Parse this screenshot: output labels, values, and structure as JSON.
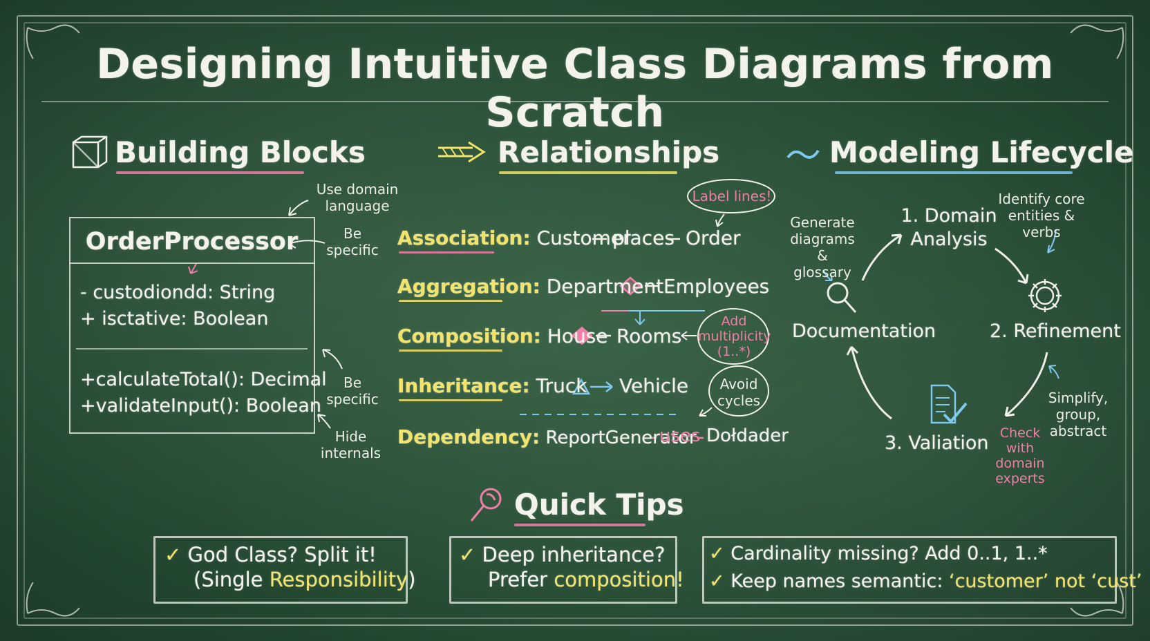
{
  "title": "Designing Intuitive Class Diagrams from Scratch",
  "colors": {
    "board": "#2a5236",
    "chalk": "#f3f3ec",
    "pink": "#f07fa8",
    "yellow": "#f2e36a",
    "blue": "#7fc8ee"
  },
  "building_blocks": {
    "title": "Building Blocks",
    "icon": "cube-icon",
    "class_name": "OrderProcessor",
    "attributes": [
      "- custodiondd: String",
      "+ isctative: Boolean"
    ],
    "methods": [
      "+calculateTotal(): Decimal",
      "+validateInput(): Boolean"
    ],
    "notes": {
      "domain_language": "Use domain language",
      "be_specific_1": "Be specific",
      "be_specific_2": "Be specific",
      "hide_internals": "Hide internals"
    }
  },
  "relationships": {
    "title": "Relationships",
    "icon": "arrow-icon",
    "label_lines_note": "Label lines!",
    "multiplicity_note": "Add multiplicity (1..*)",
    "avoid_cycles_note": "Avoid cycles",
    "rows": [
      {
        "label": "Association:",
        "text_a": "Customer",
        "mid": "places",
        "text_b": "Order"
      },
      {
        "label": "Aggregation:",
        "text_a": "Department",
        "text_b": "Employees"
      },
      {
        "label": "Composition:",
        "text_a": "House",
        "text_b": "Rooms"
      },
      {
        "label": "Inheritance:",
        "text_a": "Truck",
        "text_b": "Vehicle"
      },
      {
        "label": "Dependency:",
        "text_a": "ReportGenerator",
        "mid": "uses",
        "text_b": "Dołdader"
      }
    ]
  },
  "lifecycle": {
    "title": "Modeling Lifecycle",
    "icon": "wave-icon",
    "step1": "1. Domain Analysis",
    "step2": "2. Refinement",
    "step3": "3. Valiation",
    "documentation": "Documentation",
    "identify_note": "Identify core entities & verbs",
    "generate_note": "Generate diagrams & glossary",
    "simplify_note": "Simplify, group, abstract",
    "check_note": "Check with domain experts"
  },
  "quick_tips": {
    "title": "Quick Tips",
    "icon": "pin-icon",
    "tip1_line1": "God Class? Split it!",
    "tip1_line2_a": "(Single ",
    "tip1_line2_b": "Responsibility",
    "tip1_line2_c": ")",
    "tip2_line1": "Deep inheritance?",
    "tip2_line2_a": "Prefer ",
    "tip2_line2_b": "composition!",
    "tip3_line1": "Cardinality missing? Add 0..1, 1..*",
    "tip3_line2_a": "Keep names semantic: ",
    "tip3_line2_b": "‘customer’ not ‘cust’",
    "check_mark": "✓"
  }
}
